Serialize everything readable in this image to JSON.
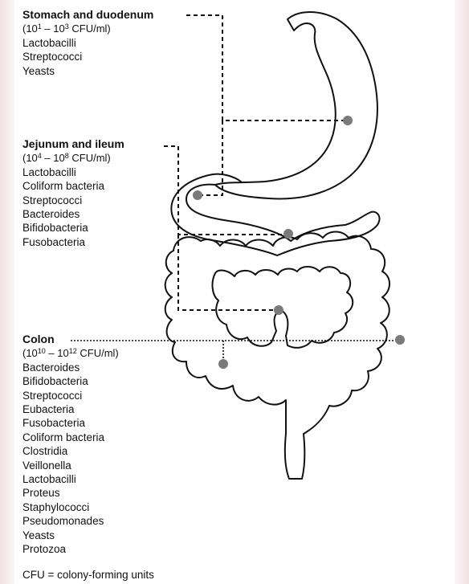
{
  "regions": [
    {
      "id": "stomach",
      "heading": "Stomach and duodenum",
      "count_pre": "(10",
      "count_exp1": "1",
      "count_mid": " – 10",
      "count_exp2": "3",
      "count_post": " CFU/ml)",
      "organisms": [
        "Lactobacilli",
        "Streptococci",
        "Yeasts"
      ]
    },
    {
      "id": "jejunum",
      "heading": "Jejunum and ileum",
      "count_pre": "(10",
      "count_exp1": "4",
      "count_mid": " – 10",
      "count_exp2": "8",
      "count_post": " CFU/ml)",
      "organisms": [
        "Lactobacilli",
        "Coliform bacteria",
        "Streptococci",
        "Bacteroides",
        "Bifidobacteria",
        "Fusobacteria"
      ]
    },
    {
      "id": "colon",
      "heading": "Colon",
      "count_pre": "(10",
      "count_exp1": "10",
      "count_mid": " – 10",
      "count_exp2": "12",
      "count_post": " CFU/ml)",
      "organisms": [
        "Bacteroides",
        "Bifidobacteria",
        "Streptococci",
        "Eubacteria",
        "Fusobacteria",
        "Coliform bacteria",
        "Clostridia",
        "Veillonella",
        "Lactobacilli",
        "Proteus",
        "Staphylococci",
        "Pseudomonades",
        "Yeasts",
        "Protozoa"
      ]
    }
  ],
  "footnote": "CFU = colony-forming units",
  "colors": {
    "ink": "#111111",
    "marker": "#7a7a7a",
    "background": "#fbf4f6"
  }
}
